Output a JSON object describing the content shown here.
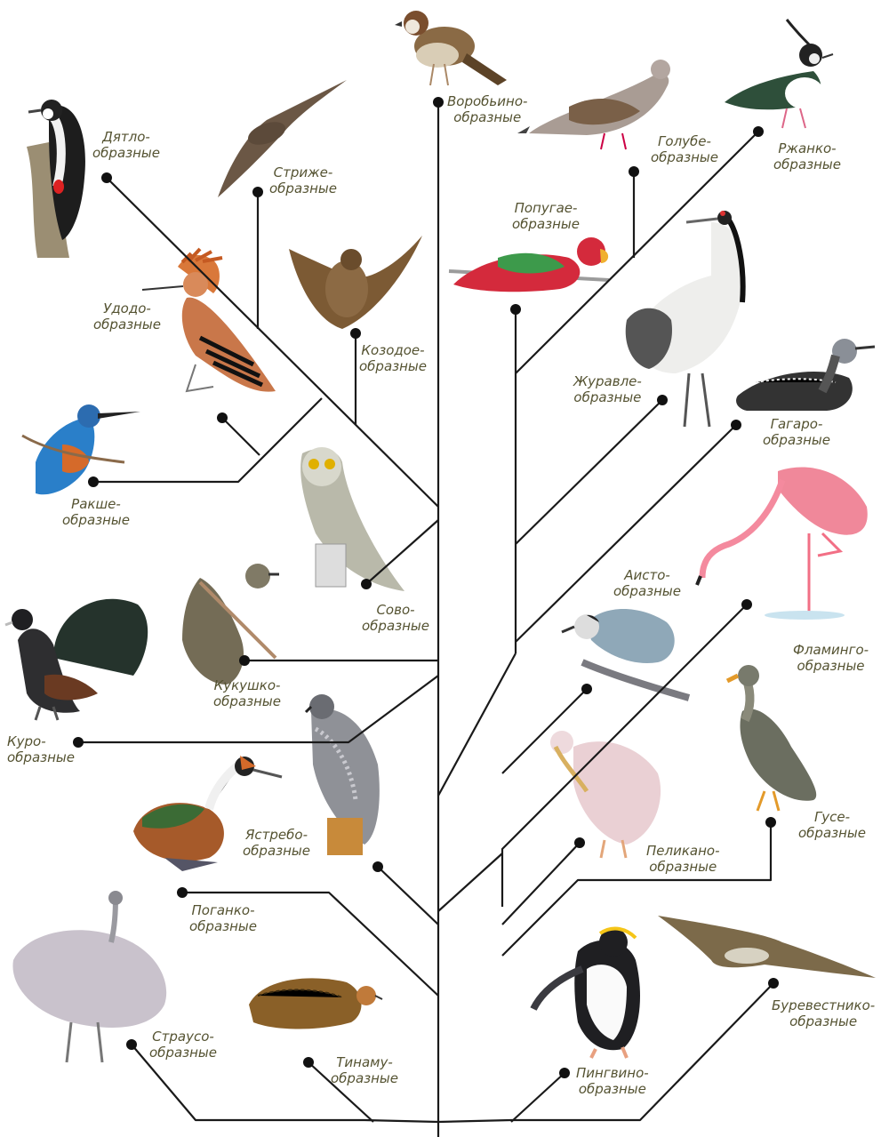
{
  "colors": {
    "line": "#1a1a1a",
    "label": "#555332"
  },
  "orders": {
    "vorobyino": [
      "Воробьино-",
      "образные"
    ],
    "golube": [
      "Голубе-",
      "образные"
    ],
    "rzhanko": [
      "Ржанко-",
      "образные"
    ],
    "dyatlo": [
      "Дятло-",
      "образные"
    ],
    "strizhe": [
      "Стриже-",
      "образные"
    ],
    "popugae": [
      "Попугае-",
      "образные"
    ],
    "udodo": [
      "Удодо-",
      "образные"
    ],
    "kozodoe": [
      "Козодое-",
      "образные"
    ],
    "zhuravle": [
      "Журавле-",
      "образные"
    ],
    "gagaro": [
      "Гагаро-",
      "образные"
    ],
    "rakshe": [
      "Ракше-",
      "образные"
    ],
    "sovo": [
      "Сово-",
      "образные"
    ],
    "aisto": [
      "Аисто-",
      "образные"
    ],
    "flamingo": [
      "Фламинго-",
      "образные"
    ],
    "kukushko": [
      "Кукушко-",
      "образные"
    ],
    "kuro": [
      "Куро-",
      "образные"
    ],
    "yastrebo": [
      "Ястребо-",
      "образные"
    ],
    "guse": [
      "Гусе-",
      "образные"
    ],
    "pelikano": [
      "Пеликано-",
      "образные"
    ],
    "pogankо": [
      "Поганко-",
      "образные"
    ],
    "burevestniko": [
      "Буревестнико-",
      "образные"
    ],
    "strauso": [
      "Страусо-",
      "образные"
    ],
    "tinamu": [
      "Тинаму-",
      "образные"
    ],
    "pingvino": [
      "Пингвино-",
      "образные"
    ]
  }
}
